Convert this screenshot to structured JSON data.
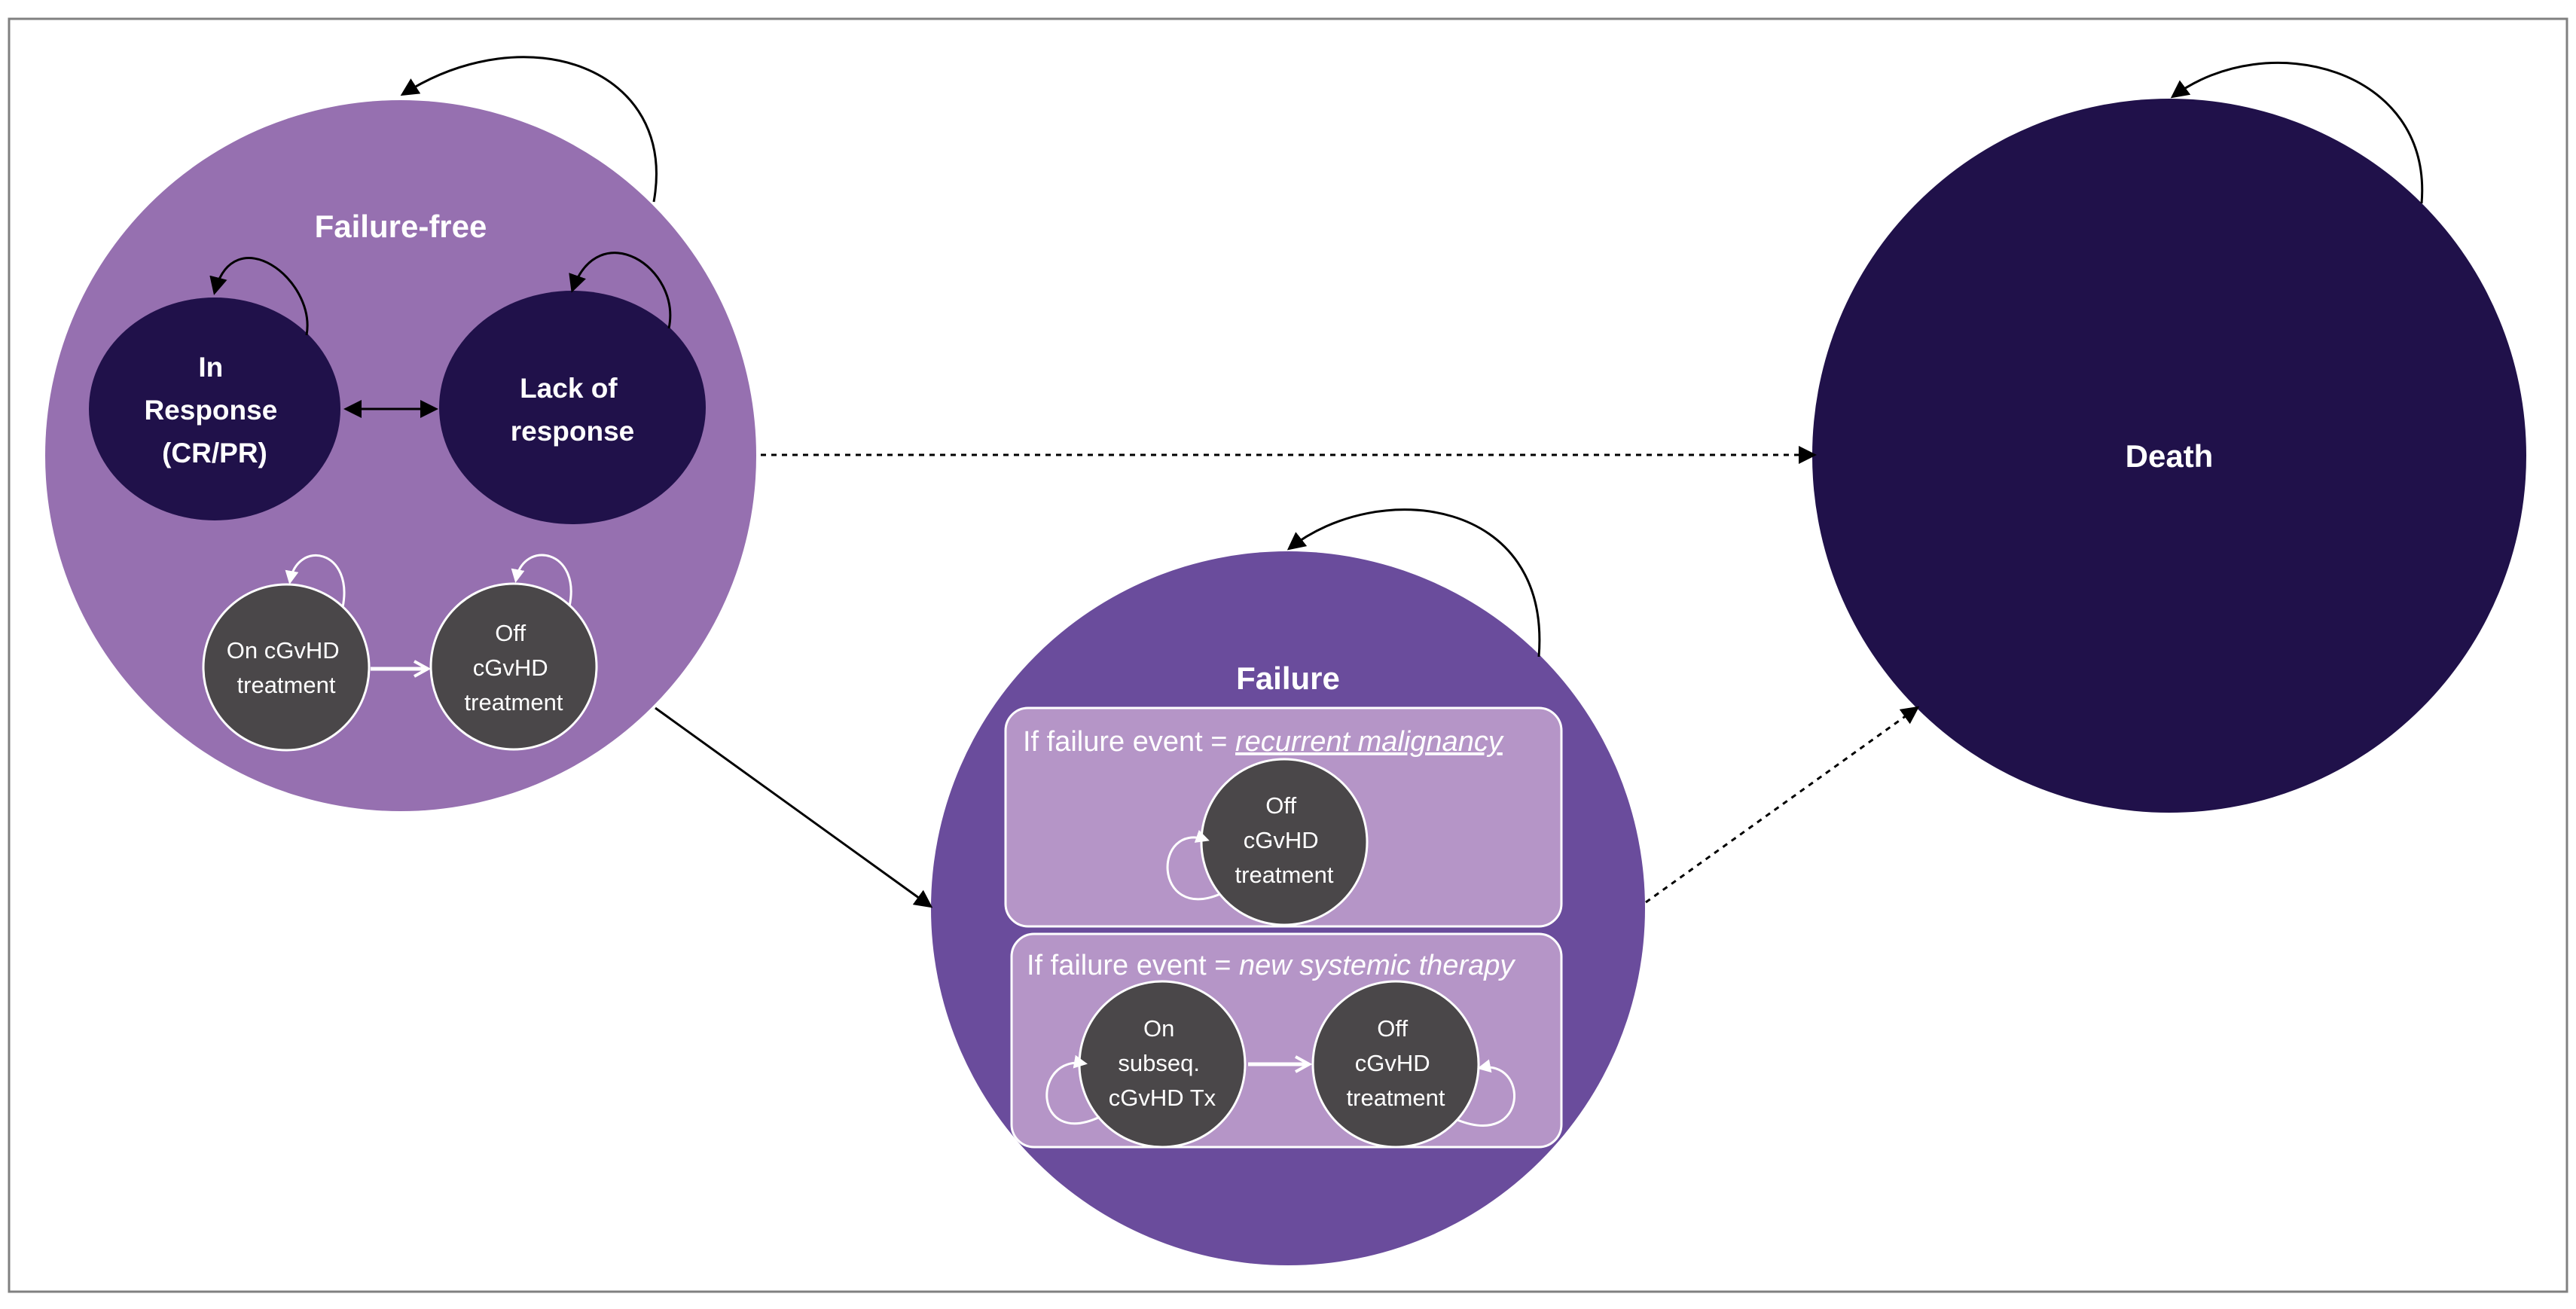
{
  "states": {
    "failure_free": {
      "title": "Failure-free",
      "in_response": [
        "In",
        "Response",
        "(CR/PR)"
      ],
      "lack_of_response": [
        "Lack of",
        "response"
      ],
      "on_treatment": [
        "On cGvHD",
        "treatment"
      ],
      "off_treatment": [
        "Off",
        "cGvHD",
        "treatment"
      ]
    },
    "failure": {
      "title": "Failure",
      "panel1": {
        "prefix": "If failure event = ",
        "event": "recurrent malignancy",
        "off_treatment": [
          "Off",
          "cGvHD",
          "treatment"
        ]
      },
      "panel2": {
        "prefix": "If failure event = ",
        "event": "new systemic therapy",
        "on_subseq": [
          "On",
          "subseq.",
          "cGvHD Tx"
        ],
        "off_treatment": [
          "Off",
          "cGvHD",
          "treatment"
        ]
      }
    },
    "death": {
      "title": "Death"
    }
  },
  "colors": {
    "failure_free": "#9670b0",
    "failure": "#6a4c9c",
    "death": "#20114a",
    "inner_dark": "#20114a",
    "treatment_node": "#4a4749",
    "panel": "#b595c7",
    "frame": "#808080"
  }
}
